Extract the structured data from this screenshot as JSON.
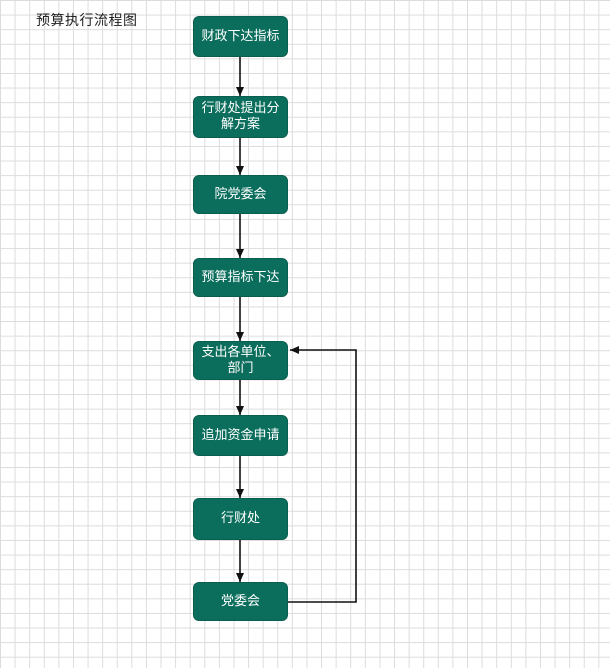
{
  "diagram": {
    "title": "预算执行流程图",
    "nodes": [
      {
        "id": "n1",
        "label": "财政下达指标"
      },
      {
        "id": "n2",
        "label": "行财处提出分解方案"
      },
      {
        "id": "n3",
        "label": "院党委会"
      },
      {
        "id": "n4",
        "label": "预算指标下达"
      },
      {
        "id": "n5",
        "label": "支出各单位、部门"
      },
      {
        "id": "n6",
        "label": "追加资金申请"
      },
      {
        "id": "n7",
        "label": "行财处"
      },
      {
        "id": "n8",
        "label": "党委会"
      }
    ],
    "edges": [
      {
        "from": "n1",
        "to": "n2"
      },
      {
        "from": "n2",
        "to": "n3"
      },
      {
        "from": "n3",
        "to": "n4"
      },
      {
        "from": "n4",
        "to": "n5"
      },
      {
        "from": "n5",
        "to": "n6"
      },
      {
        "from": "n6",
        "to": "n7"
      },
      {
        "from": "n7",
        "to": "n8"
      },
      {
        "from": "n8",
        "to": "n5",
        "type": "loop-back"
      }
    ],
    "colors": {
      "node_fill": "#0b6e5c",
      "node_text": "#ffffff",
      "arrow": "#111111",
      "grid": "#dcdcdc"
    }
  }
}
